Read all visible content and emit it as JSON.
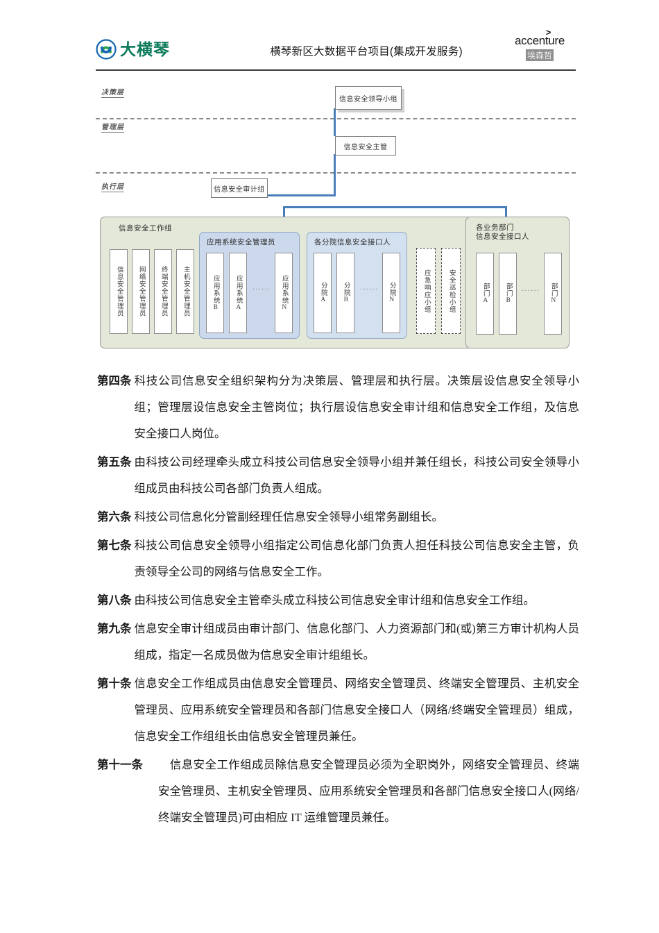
{
  "header": {
    "brand_logo_text": "大横琴",
    "title": "横琴新区大数据平台项目(集成开发服务)",
    "partner_logo_text": "accenture",
    "partner_logo_cn": "埃森哲",
    "partner_logo_arrow": ">"
  },
  "diagram": {
    "layers": [
      {
        "label": "决策层"
      },
      {
        "label": "管理层"
      },
      {
        "label": "执行层"
      }
    ],
    "nodes": {
      "leading_group": "信息安全领导小组",
      "security_officer": "信息安全主管",
      "audit_group": "信息安全审计组"
    },
    "workgroup": {
      "title": "信息安全工作组",
      "members": [
        "信息安全管理员",
        "网络安全管理员",
        "终端安全管理员",
        "主机安全管理员"
      ],
      "app_admin": {
        "title": "应用系统安全管理员",
        "items": [
          "应用系统B",
          "应用系统A",
          "应用系统N"
        ],
        "ellipsis": "······"
      },
      "branch_contacts": {
        "title": "各分院信息安全接口人",
        "items": [
          "分院A",
          "分院B",
          "分院N"
        ],
        "ellipsis": "······"
      },
      "dashed_teams": [
        "应急响应小组",
        "安全巡检小组"
      ]
    },
    "department_group": {
      "title_line1": "各业务部门",
      "title_line2": "信息安全接口人",
      "items": [
        "部门A",
        "部门B",
        "部门N"
      ],
      "ellipsis": "······"
    },
    "colors": {
      "connector": "#4a7ebb",
      "group_green": "#e3e8d8",
      "group_blue": "#ccd9ec",
      "group_blue_light": "#d3e0f0"
    }
  },
  "articles": [
    {
      "num": "第四条",
      "text": "科技公司信息安全组织架构分为决策层、管理层和执行层。决策层设信息安全领导小组；管理层设信息安全主管岗位；执行层设信息安全审计组和信息安全工作组，及信息安全接口人岗位。"
    },
    {
      "num": "第五条",
      "text": "由科技公司经理牵头成立科技公司信息安全领导小组并兼任组长，科技公司安全领导小组成员由科技公司各部门负责人组成。"
    },
    {
      "num": "第六条",
      "text": "科技公司信息化分管副经理任信息安全领导小组常务副组长。"
    },
    {
      "num": "第七条",
      "text": "科技公司信息安全领导小组指定公司信息化部门负责人担任科技公司信息安全主管，负责领导全公司的网络与信息安全工作。"
    },
    {
      "num": "第八条",
      "text": "由科技公司信息安全主管牵头成立科技公司信息安全审计组和信息安全工作组。"
    },
    {
      "num": "第九条",
      "text": "信息安全审计组成员由审计部门、信息化部门、人力资源部门和(或)第三方审计机构人员组成，指定一名成员做为信息安全审计组组长。"
    },
    {
      "num": "第十条",
      "text": "信息安全工作组成员由信息安全管理员、网络安全管理员、终端安全管理员、主机安全管理员、应用系统安全管理员和各部门信息安全接口人（网络/终端安全管理员）组成，信息安全工作组组长由信息安全管理员兼任。"
    },
    {
      "num": "第十一条",
      "text": "　信息安全工作组成员除信息安全管理员必须为全职岗外，网络安全管理员、终端安全管理员、主机安全管理员、应用系统安全管理员和各部门信息安全接口人(网络/终端安全管理员)可由相应 IT 运维管理员兼任。"
    }
  ]
}
